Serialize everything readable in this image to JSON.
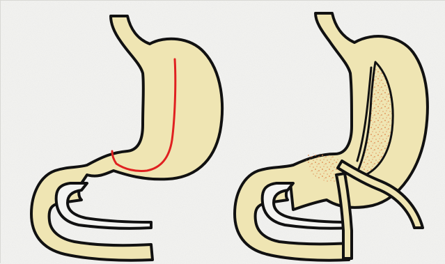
{
  "figure": {
    "panels": [
      {
        "id": "left",
        "depicts": "stomach-with-cut-line",
        "organ_fill": "#efe5b3",
        "outline_color": "#111111",
        "cut_line_color": "#e02020"
      },
      {
        "id": "right",
        "depicts": "sleeve-stomach-with-removed-portion",
        "organ_fill": "#efe5b3",
        "outline_color": "#111111",
        "stipple_color": "#e0884a"
      }
    ],
    "background_color": "#f4f4f2"
  }
}
